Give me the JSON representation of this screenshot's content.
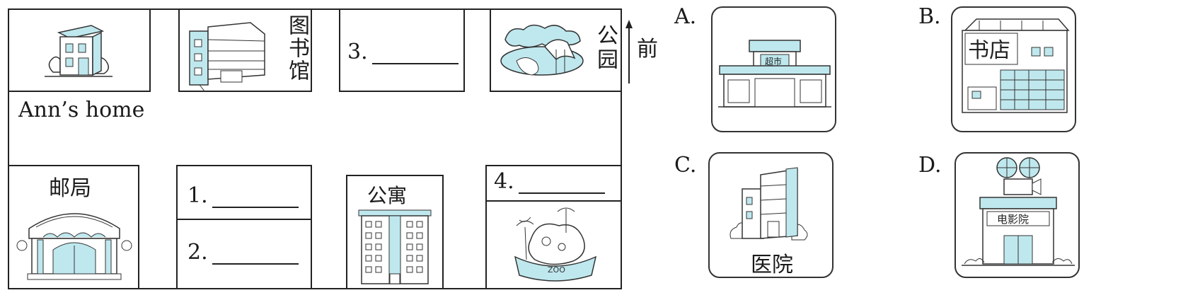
{
  "map": {
    "home_label": "Ann’s home",
    "library_label": "图书馆",
    "blank3_label": "3.",
    "park_label": "公园",
    "direction_label": "前",
    "post_office_label": "邮局",
    "blank1_label": "1.",
    "blank2_label": "2.",
    "apartment_label": "公寓",
    "blank4_label": "4.",
    "zoo_sign": "ZOO"
  },
  "options": [
    {
      "letter": "A.",
      "sign": "超市",
      "caption": ""
    },
    {
      "letter": "B.",
      "sign": "书店",
      "caption": ""
    },
    {
      "letter": "C.",
      "sign": "",
      "caption": "医院"
    },
    {
      "letter": "D.",
      "sign": "电影院",
      "caption": ""
    }
  ],
  "colors": {
    "accent": "#bfe8ee",
    "line": "#222222"
  }
}
